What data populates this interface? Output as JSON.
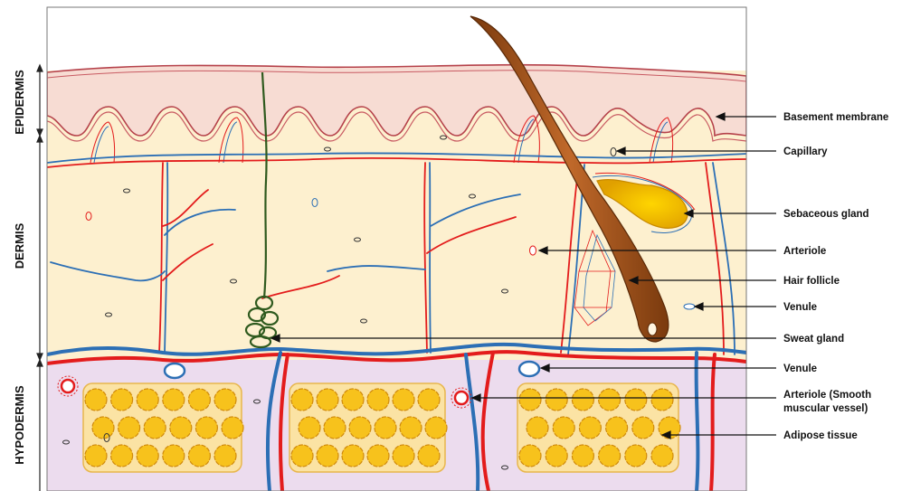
{
  "layers": [
    {
      "id": "epidermis",
      "label": "EPIDERMIS"
    },
    {
      "id": "dermis",
      "label": "DERMIS"
    },
    {
      "id": "hypodermis",
      "label": "HYPODERMIS"
    }
  ],
  "callouts": [
    {
      "id": "basement-membrane",
      "lines": [
        "Basement membrane"
      ]
    },
    {
      "id": "capillary",
      "lines": [
        "Capillary"
      ]
    },
    {
      "id": "sebaceous-gland",
      "lines": [
        "Sebaceous gland"
      ]
    },
    {
      "id": "arteriole-dermis",
      "lines": [
        "Arteriole"
      ]
    },
    {
      "id": "hair-follicle",
      "lines": [
        "Hair follicle"
      ]
    },
    {
      "id": "venule-dermis",
      "lines": [
        "Venule"
      ]
    },
    {
      "id": "sweat-gland",
      "lines": [
        "Sweat gland"
      ]
    },
    {
      "id": "venule-hypodermis",
      "lines": [
        "Venule"
      ]
    },
    {
      "id": "arteriole-hypodermis",
      "lines": [
        "Arteriole (Smooth",
        "muscular vessel)"
      ]
    },
    {
      "id": "adipose-tissue",
      "lines": [
        "Adipose tissue"
      ]
    }
  ],
  "colors": {
    "epidermis_fill": "#f7dcd3",
    "dermis_fill": "#fdf0cf",
    "hypodermis_fill": "#ecdcee",
    "artery": "#e31c1c",
    "vein": "#2c6fb5",
    "fat": "#f7c21c",
    "hair": "#b8631d",
    "sweat_gland": "#2f5a1e",
    "sebaceous": "#f5c400"
  }
}
